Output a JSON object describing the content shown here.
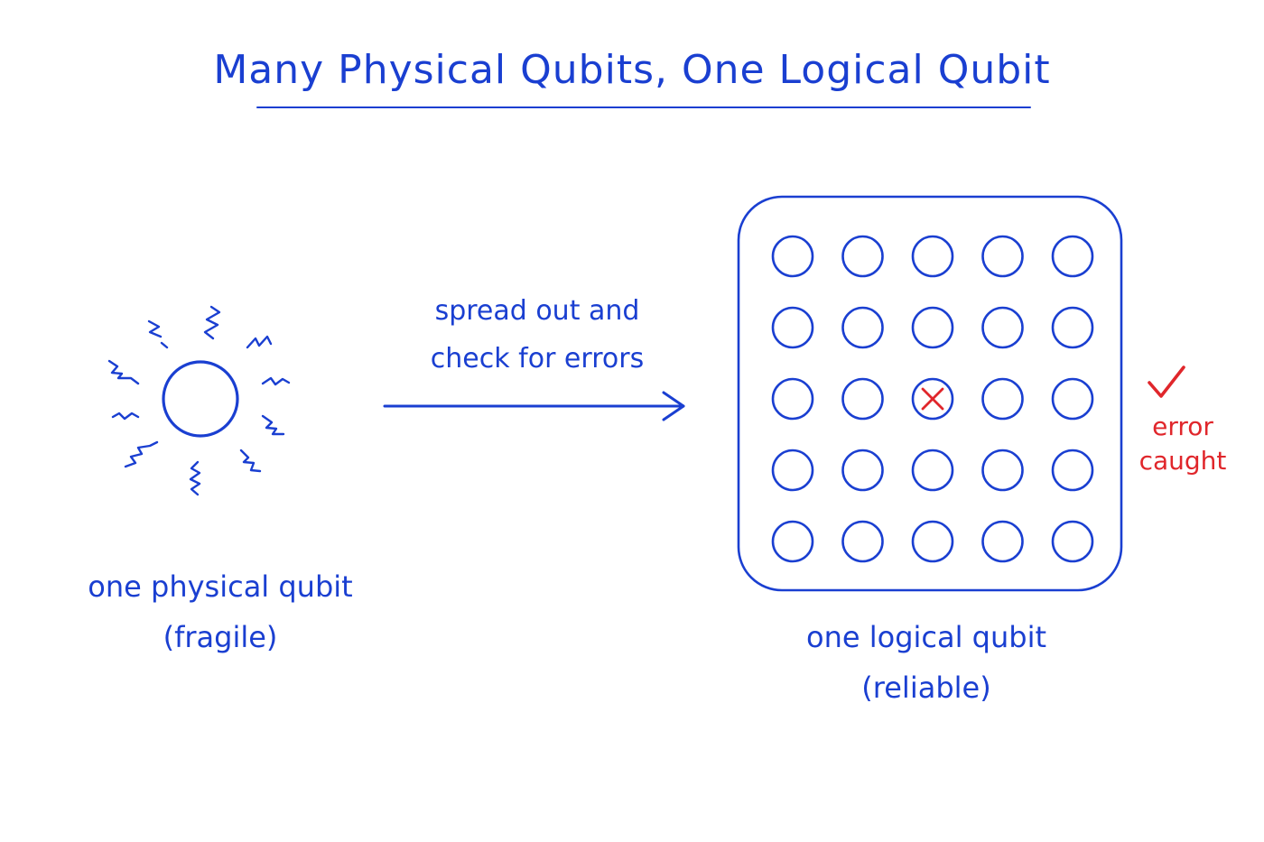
{
  "title": "Many Physical Qubits, One Logical Qubit",
  "physical_qubit": {
    "caption_line1": "one physical qubit",
    "caption_line2": "(fragile)"
  },
  "arrow": {
    "caption_line1": "spread out and",
    "caption_line2": "check for errors"
  },
  "logical_qubit": {
    "caption_line1": "one logical qubit",
    "caption_line2": "(reliable)",
    "grid_rows": 5,
    "grid_cols": 5,
    "error_cell": {
      "row": 3,
      "col": 3
    }
  },
  "error_note": {
    "line1": "error",
    "line2": "caught"
  },
  "colors": {
    "ink": "#1a3fd1",
    "error": "#e0262b",
    "background": "#ffffff"
  },
  "icons": {
    "physical": "qubit-circle-icon",
    "noise": "noise-squiggle-icon",
    "arrow": "right-arrow-icon",
    "error_mark": "x-mark-icon",
    "check": "checkmark-icon"
  }
}
